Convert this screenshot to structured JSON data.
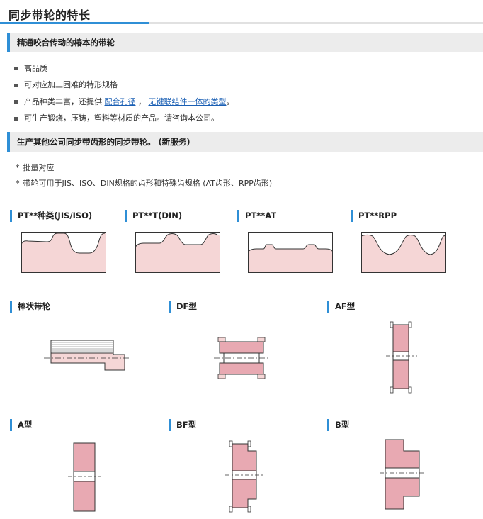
{
  "page": {
    "title": "同步带轮的特长"
  },
  "section1": {
    "heading": "精通咬合传动的椿本的带轮",
    "bullets": {
      "b1": "高品质",
      "b2": "可对应加工困难的特形规格",
      "b3_prefix": "产品种类丰富，还提供",
      "b3_link1": "配合孔径",
      "b3_mid": "，",
      "b3_link2": "无键联结件一体的类型",
      "b3_suffix": "。",
      "b4": "可生产锻烧，压铸，塑料等材质的产品。请咨询本公司。"
    }
  },
  "section2": {
    "heading": "生产其他公司同步带齿形的同步带轮。 (新服务)",
    "notes": {
      "n1": "批量对应",
      "n2": "带轮可用于JIS、ISO、DIN规格的齿形和特殊齿规格 (AT齿形、RPP齿形)"
    },
    "asterisk": "*"
  },
  "tooth_profiles": {
    "p1": "PT**种类(JIS/ISO)",
    "p2": "PT**T(DIN)",
    "p3": "PT**AT",
    "p4": "PT**RPP"
  },
  "pulley_types": {
    "t1": "棒状带轮",
    "t2": "DF型",
    "t3": "AF型",
    "t4": "A型",
    "t5": "BF型",
    "t6": "B型"
  },
  "colors": {
    "accent": "#2f8fd6",
    "fill_pink": "#f5d6d6",
    "fill_pink_dark": "#e8a9b2",
    "outline": "#333333",
    "link": "#1a5fb4"
  }
}
